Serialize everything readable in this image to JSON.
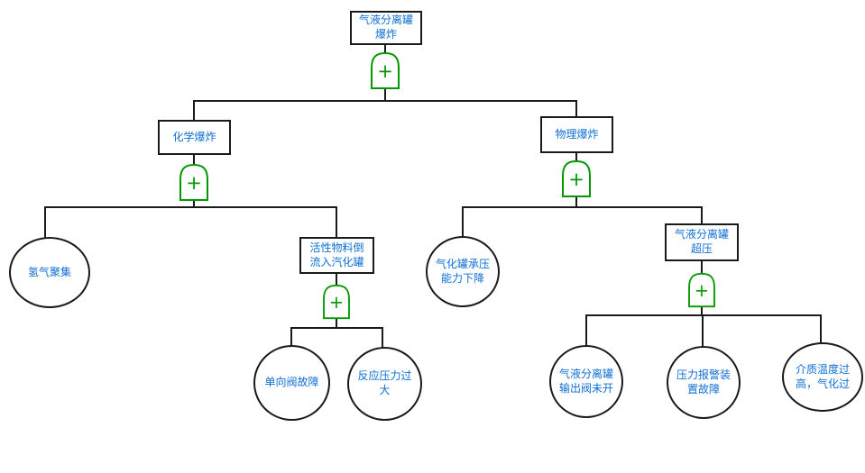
{
  "fault_tree": {
    "gate_symbol": "+",
    "top_event": "气液分离罐\n爆炸",
    "intermediate_events": {
      "chemical_explosion": "化学爆炸",
      "physical_explosion": "物理爆炸",
      "material_backflow": "活性物料倒\n流入汽化罐",
      "tank_overpressure": "气液分离罐\n超压"
    },
    "basic_events": {
      "hydrogen_accumulation": "氢气聚集",
      "check_valve_failure": "单向阀故障",
      "reaction_pressure_high": "反应压力过\n大",
      "tank_capacity_drop": "气化罐承压\n能力下降",
      "outlet_valve_closed": "气液分离罐\n输出阀未开",
      "pressure_alarm_failure": "压力报警装\n置故障",
      "medium_temp_high": "介质温度过\n高，气化过"
    },
    "colors": {
      "node_border": "#1a1a1a",
      "connector": "#1a1a1a",
      "text": "#0f6fd2",
      "gate": "#009900",
      "background": "#ffffff"
    }
  }
}
